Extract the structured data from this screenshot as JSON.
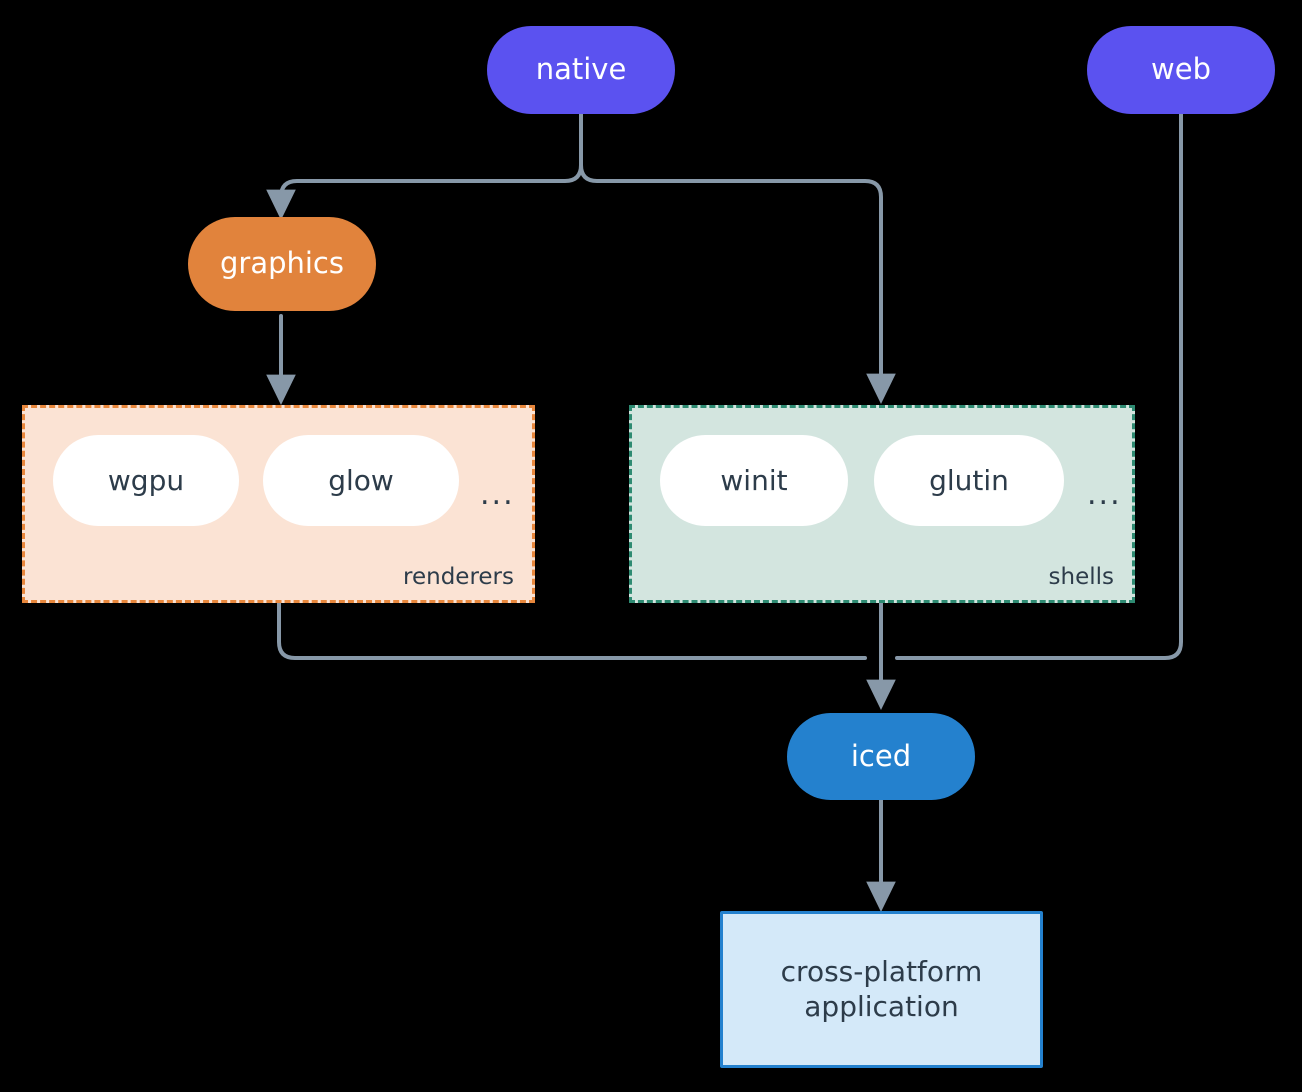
{
  "diagram": {
    "type": "flowchart",
    "background": "#000000",
    "edge_color": "#8798A8",
    "nodes": {
      "native": {
        "label": "native",
        "shape": "pill",
        "color": "#5B52F0",
        "text_color": "#FFFFFF"
      },
      "web": {
        "label": "web",
        "shape": "pill",
        "color": "#5B52F0",
        "text_color": "#FFFFFF"
      },
      "graphics": {
        "label": "graphics",
        "shape": "pill",
        "color": "#E1833C",
        "text_color": "#FFFFFF"
      },
      "iced": {
        "label": "iced",
        "shape": "pill",
        "color": "#2481CE",
        "text_color": "#FFFFFF"
      },
      "application": {
        "line1": "cross-platform",
        "line2": "application",
        "shape": "rect",
        "color": "#D4E9F9",
        "border_color": "#2481CE",
        "text_color": "#2D3C4A"
      }
    },
    "groups": {
      "renderers": {
        "label": "renderers",
        "fill": "#FBE3D4",
        "border_color": "#E8873C",
        "border_style": "dashed",
        "items": [
          {
            "label": "wgpu"
          },
          {
            "label": "glow"
          }
        ],
        "overflow": "..."
      },
      "shells": {
        "label": "shells",
        "fill": "#D3E5DF",
        "border_color": "#2E8B72",
        "border_style": "dashed",
        "items": [
          {
            "label": "winit"
          },
          {
            "label": "glutin"
          }
        ],
        "overflow": "..."
      }
    },
    "edges": [
      {
        "from": "native",
        "to": "graphics"
      },
      {
        "from": "native",
        "to": "shells"
      },
      {
        "from": "graphics",
        "to": "renderers"
      },
      {
        "from": "renderers",
        "to": "iced"
      },
      {
        "from": "shells",
        "to": "iced"
      },
      {
        "from": "web",
        "to": "iced"
      },
      {
        "from": "iced",
        "to": "application"
      }
    ]
  }
}
